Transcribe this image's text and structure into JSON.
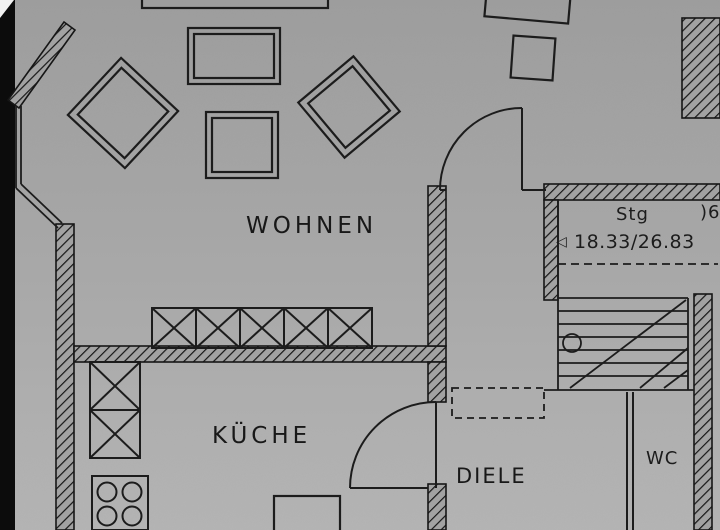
{
  "plan": {
    "rooms": {
      "living": "WOHNEN",
      "kitchen": "KÜCHE",
      "hall": "DIELE",
      "wc": "WC"
    },
    "stairs": {
      "label": "Stg",
      "direction_marker": "◁",
      "dimension": "18.33/26.83",
      "edge_fragment": ")6"
    },
    "icons": [
      "stove-burners-icon",
      "kitchen-counter-x-icon",
      "door-swing-arc-icon",
      "stair-treads-icon"
    ],
    "colors": {
      "paper": "#a8a8a8",
      "paper_top": "#9c9c9c",
      "paper_bottom": "#b4b4b4",
      "ink": "#161616",
      "scan_bar": "#0c0c0c"
    }
  }
}
